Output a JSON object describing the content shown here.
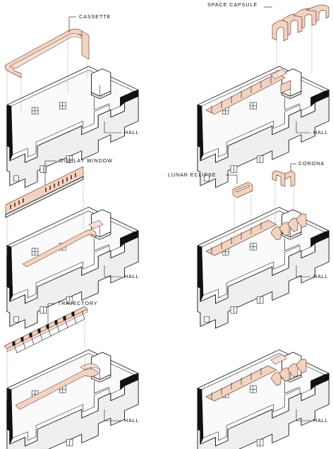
{
  "colors": {
    "installation_fill": "#f1d3c3",
    "installation_stroke": "#7a4a32",
    "outline": "#111111"
  },
  "panels": [
    {
      "id": "cassette",
      "labels": [
        "CASSETTE"
      ],
      "hall_label": "HALL",
      "variant": "cassette"
    },
    {
      "id": "space-capsule",
      "labels": [
        "SPACE CAPSULE"
      ],
      "hall_label": "HALL",
      "variant": "capsule"
    },
    {
      "id": "display-window",
      "labels": [
        "DISPLAY WINDOW"
      ],
      "hall_label": "HALL",
      "variant": "display"
    },
    {
      "id": "lunar-corona",
      "labels": [
        "LUNAR ECLIPSE",
        "CORONA"
      ],
      "hall_label": "HALL",
      "variant": "lunar"
    },
    {
      "id": "trajectory",
      "labels": [
        "TRAJECTORY"
      ],
      "hall_label": "HALL",
      "variant": "trajectory"
    },
    {
      "id": "combined",
      "labels": [],
      "hall_label": "HALL",
      "variant": "combined"
    }
  ]
}
